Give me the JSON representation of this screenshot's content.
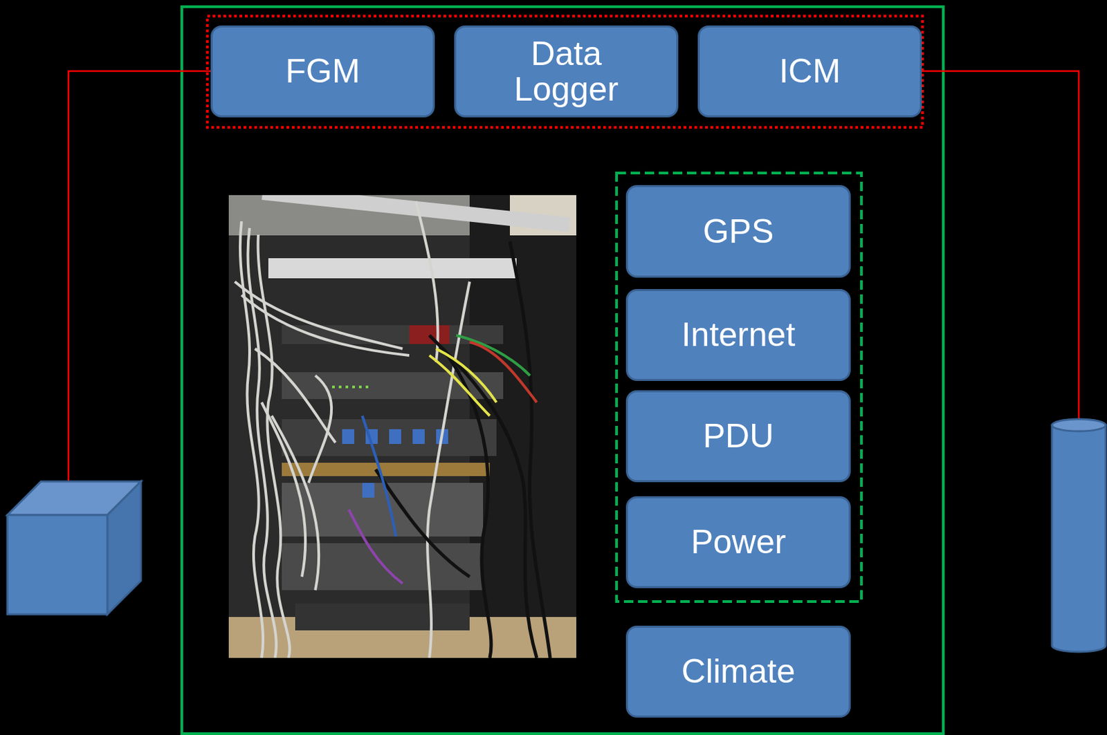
{
  "diagram": {
    "nodes": [
      {
        "text": [
          "FGM"
        ]
      },
      {
        "text": [
          "Data Logger"
        ]
      },
      {
        "text": [
          "ICM"
        ]
      },
      {
        "text": [
          "GPS"
        ]
      },
      {
        "text": [
          "Internet"
        ]
      },
      {
        "text": [
          "PDU"
        ]
      },
      {
        "text": [
          "Power"
        ]
      },
      {
        "text": [
          "Climate"
        ]
      }
    ]
  }
}
